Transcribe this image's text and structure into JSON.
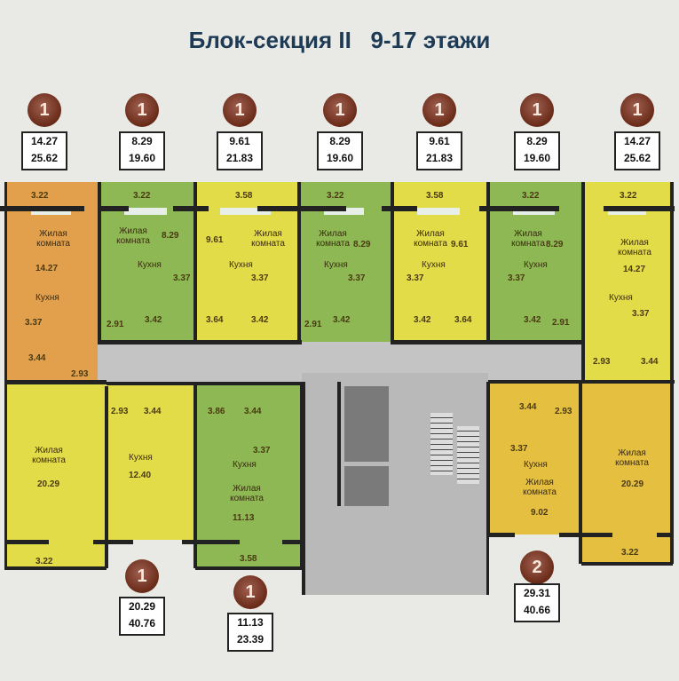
{
  "title": "Блок-секция II   9-17 этажи",
  "labels": {
    "living": "Жилая комната",
    "kitchen": "Кухня"
  },
  "apartments": [
    {
      "rooms": "1",
      "living_area": "14.27",
      "total_area": "25.62"
    },
    {
      "rooms": "1",
      "living_area": "8.29",
      "total_area": "19.60"
    },
    {
      "rooms": "1",
      "living_area": "9.61",
      "total_area": "21.83"
    },
    {
      "rooms": "1",
      "living_area": "8.29",
      "total_area": "19.60"
    },
    {
      "rooms": "1",
      "living_area": "9.61",
      "total_area": "21.83"
    },
    {
      "rooms": "1",
      "living_area": "8.29",
      "total_area": "19.60"
    },
    {
      "rooms": "1",
      "living_area": "14.27",
      "total_area": "25.62"
    },
    {
      "rooms": "1",
      "living_area": "20.29",
      "total_area": "40.76"
    },
    {
      "rooms": "1",
      "living_area": "11.13",
      "total_area": "23.39"
    },
    {
      "rooms": "2",
      "living_area": "29.31",
      "total_area": "40.66"
    }
  ],
  "units": [
    {
      "balcony": "3.22",
      "living": "14.27",
      "kitchen": "3.37",
      "bath": "3.44",
      "hall": "2.93"
    },
    {
      "balcony": "3.22",
      "living": "8.29",
      "kitchen": "3.37",
      "bath": "3.42",
      "hall": "2.91"
    },
    {
      "balcony": "3.58",
      "living": "9.61",
      "kitchen": "3.37",
      "bath": "3.42",
      "hall": "3.64"
    },
    {
      "balcony": "3.22",
      "living": "8.29",
      "kitchen": "3.37",
      "bath": "3.42",
      "hall": "2.91"
    },
    {
      "balcony": "3.58",
      "living": "9.61",
      "kitchen": "3.37",
      "bath": "3.42",
      "hall": "3.64"
    },
    {
      "balcony": "3.22",
      "living": "8.29",
      "kitchen": "3.37",
      "bath": "3.42",
      "hall": "2.91"
    },
    {
      "balcony": "3.22",
      "living": "14.27",
      "kitchen": "3.37",
      "bath": "3.44",
      "hall": "2.93"
    },
    {
      "balcony": "3.22",
      "living": "20.29",
      "kitchen": "12.40",
      "bath": "3.44",
      "hall": "2.93"
    },
    {
      "balcony": "3.58",
      "living": "11.13",
      "kitchen": "3.37",
      "bath": "3.44",
      "hall": "3.86"
    },
    {
      "balcony": "3.22",
      "living": "20.29",
      "living2": "9.02",
      "kitchen": "3.37",
      "bath": "3.44",
      "hall": "2.93"
    }
  ]
}
